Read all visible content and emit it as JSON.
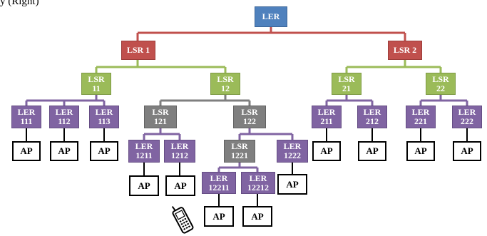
{
  "caption": "y (Right)",
  "colors": {
    "root_link": "#c0504d",
    "lsr_link": "#9bbb59",
    "lsr3_link": "#7f7f7f",
    "ler_link": "#8064a2",
    "ap_link": "#000000"
  },
  "nodes": {
    "ler": "LER",
    "lsr1": "LSR 1",
    "lsr2": "LSR 2",
    "lsr11": [
      "LSR",
      "11"
    ],
    "lsr12": [
      "LSR",
      "12"
    ],
    "lsr21": [
      "LSR",
      "21"
    ],
    "lsr22": [
      "LSR",
      "22"
    ],
    "ler111": [
      "LER",
      "111"
    ],
    "ler112": [
      "LER",
      "112"
    ],
    "ler113": [
      "LER",
      "113"
    ],
    "lsr121": [
      "LSR",
      "121"
    ],
    "lsr122": [
      "LSR",
      "122"
    ],
    "ler211": [
      "LER",
      "211"
    ],
    "ler212": [
      "LER",
      "212"
    ],
    "ler221": [
      "LER",
      "221"
    ],
    "ler222": [
      "LER",
      "222"
    ],
    "ler1211": [
      "LER",
      "1211"
    ],
    "ler1212": [
      "LER",
      "1212"
    ],
    "lsr1221": [
      "LSR",
      "1221"
    ],
    "ler1222": [
      "LER",
      "1222"
    ],
    "ler12211": [
      "LER",
      "12211"
    ],
    "ler12212": [
      "LER",
      "12212"
    ]
  },
  "ap_label": "AP",
  "icons": {
    "mobile": "mobile-phone-icon"
  }
}
